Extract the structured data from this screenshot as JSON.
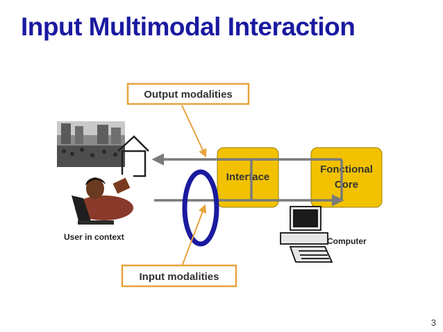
{
  "slide": {
    "title": "Input Multimodal Interaction",
    "page_number": "3"
  },
  "diagram": {
    "output_modalities_label": "Output modalities",
    "input_modalities_label": "Input modalities",
    "interface_label": "Interface",
    "functional_core_label_line1": "Fonctional",
    "functional_core_label_line2": "Core",
    "user_caption": "User in context",
    "computer_caption": "Computer",
    "colors": {
      "title": "#1a1aa0",
      "box_fill": "#f2c200",
      "box_stroke": "#9a7a00",
      "label_border": "#e8a23a",
      "arrow": "#7a7a7a",
      "highlight_ring": "#1a1aa0"
    }
  }
}
